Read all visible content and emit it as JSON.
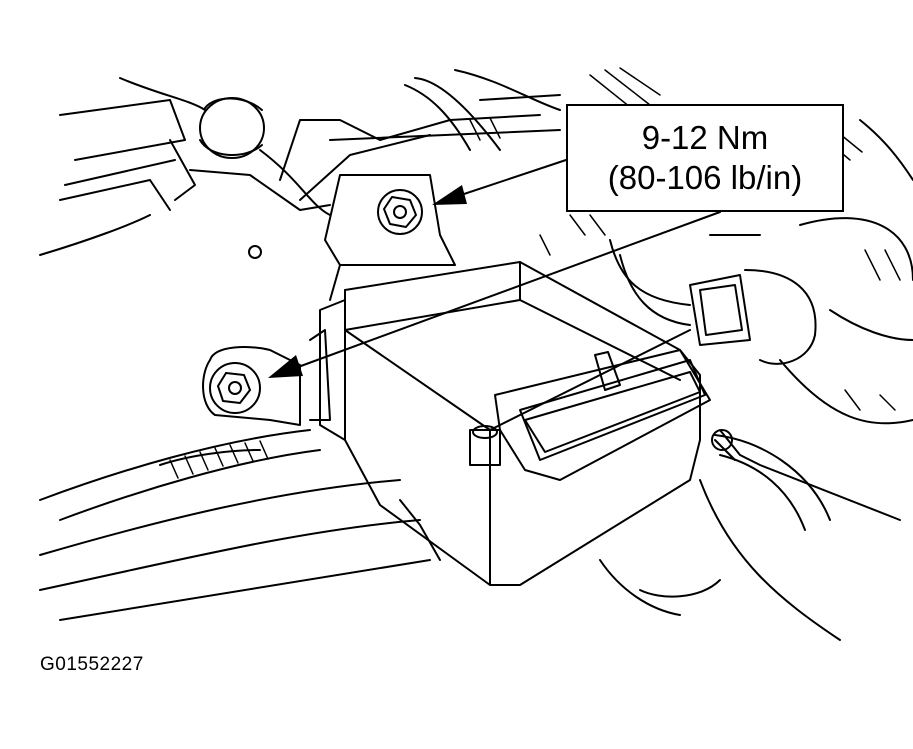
{
  "torque_callout": {
    "line1": "9-12 Nm",
    "line2": "(80-106 lb/in)"
  },
  "figure_id": "G01552227",
  "colors": {
    "ink": "#000000",
    "paper": "#ffffff"
  }
}
